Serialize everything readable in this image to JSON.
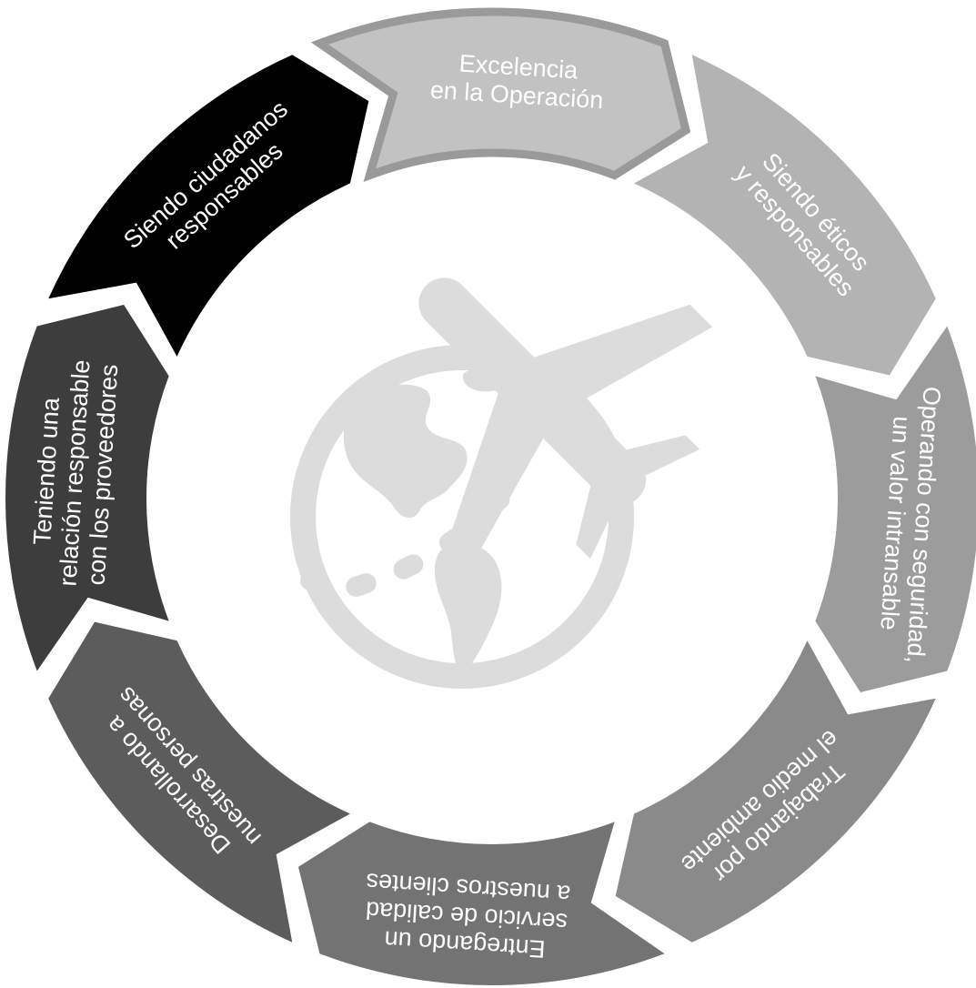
{
  "cycle": {
    "segments": [
      {
        "id": "excelencia",
        "lines": [
          "Excelencia",
          "en la Operación"
        ],
        "color": "#c2c2c2",
        "border": "#9a9a9a"
      },
      {
        "id": "eticos",
        "lines": [
          "Siendo éticos",
          "y responsables"
        ],
        "color": "#b3b3b3",
        "border": null
      },
      {
        "id": "seguridad",
        "lines": [
          "Operando con seguridad,",
          "un valor intransable"
        ],
        "color": "#9c9c9c",
        "border": null
      },
      {
        "id": "medio-ambiente",
        "lines": [
          "Trabajando por",
          "el medio ambiente"
        ],
        "color": "#8a8a8a",
        "border": null
      },
      {
        "id": "clientes",
        "lines": [
          "Entregando un",
          "servicio de calidad",
          "a nuestros clientes"
        ],
        "color": "#737373",
        "border": null
      },
      {
        "id": "personas",
        "lines": [
          "Desarrollando a",
          "nuestras personas"
        ],
        "color": "#5c5c5c",
        "border": null
      },
      {
        "id": "proveedores",
        "lines": [
          "Teniendo una",
          "relación responsable",
          "con los proveedores"
        ],
        "color": "#3d3d3d",
        "border": null
      },
      {
        "id": "ciudadanos",
        "lines": [
          "Siendo ciudadanos",
          "responsables"
        ],
        "color": "#000000",
        "border": null
      }
    ],
    "center_icon": {
      "name": "globe-airplane-icon",
      "color": "#dcdcdc"
    }
  }
}
